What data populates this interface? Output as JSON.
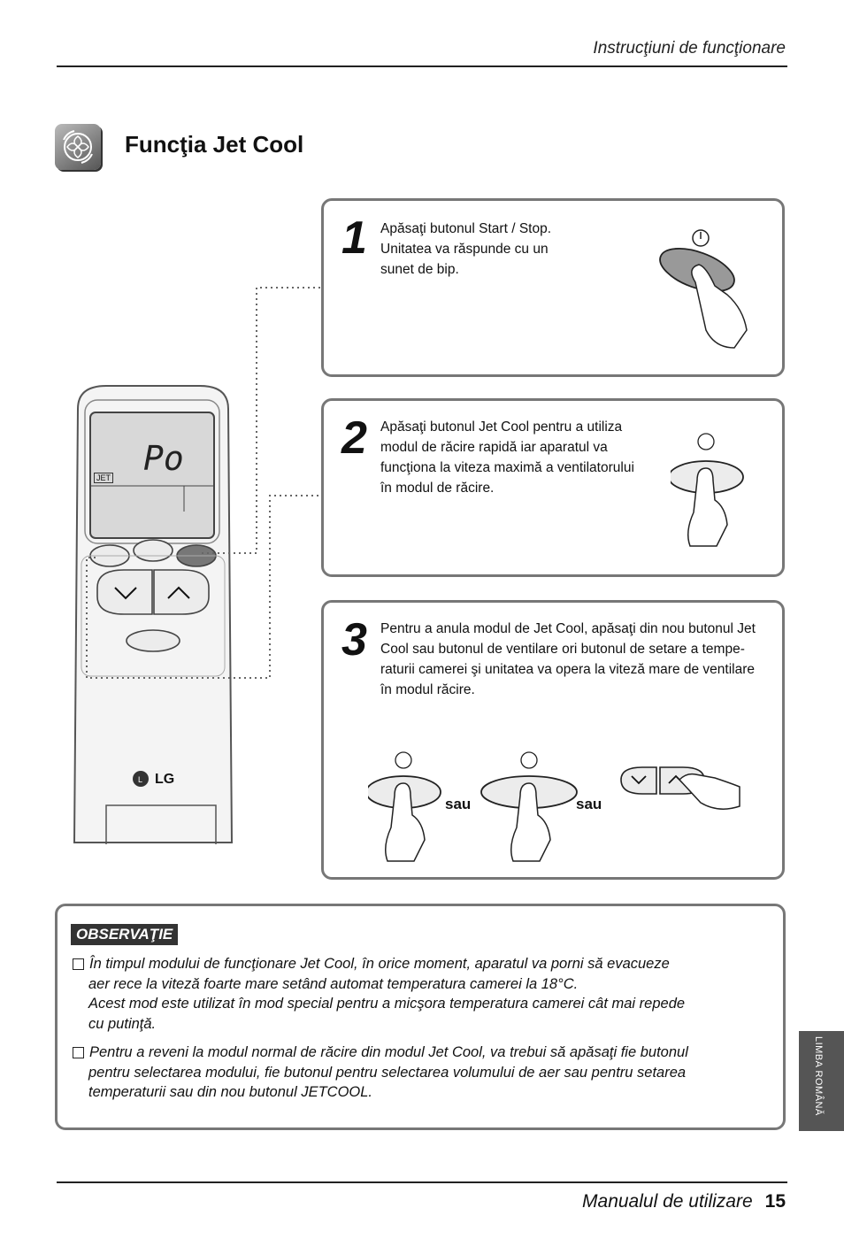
{
  "header": {
    "section": "Instrucţiuni de funcţionare"
  },
  "title": "Funcţia Jet Cool",
  "remote": {
    "display_text": "Po",
    "jet_label": "JET",
    "brand": "LG"
  },
  "steps": [
    {
      "number": "1",
      "lines": [
        "Apăsaţi butonul Start / Stop.",
        "Unitatea va răspunde cu un",
        "sunet de bip."
      ]
    },
    {
      "number": "2",
      "lines": [
        "Apăsaţi butonul Jet Cool pentru a utiliza",
        "modul de răcire rapidă iar aparatul va",
        "funcţiona la viteza maximă a ventilatorului",
        "în modul de răcire."
      ]
    },
    {
      "number": "3",
      "lines": [
        "Pentru a anula modul de Jet Cool, apăsaţi din nou butonul Jet",
        "Cool sau butonul de ventilare ori butonul de setare a tempe-",
        "raturii camerei şi unitatea va opera la viteză mare de ventilare",
        "în modul răcire."
      ],
      "or_label": "sau"
    }
  ],
  "note": {
    "tag": "OBSERVAŢIE",
    "items": [
      {
        "lines": [
          "În timpul modului de funcţionare Jet Cool, în orice moment, aparatul va porni să evacueze",
          "aer rece la viteză foarte mare setând automat temperatura camerei la 18°C.",
          "Acest mod este utilizat în mod special pentru a micşora temperatura camerei cât mai repede",
          "cu putinţă."
        ]
      },
      {
        "lines": [
          "Pentru a reveni la modul normal de răcire din modul Jet Cool, va trebui să apăsaţi fie butonul",
          "pentru selectarea modului, fie butonul pentru selectarea volumului de aer sau pentru setarea",
          "temperaturii sau din nou butonul JETCOOL."
        ]
      }
    ]
  },
  "side_tab": "LIMBA ROMÂNĂ",
  "footer": {
    "manual": "Manualul de utilizare",
    "page": "15"
  }
}
